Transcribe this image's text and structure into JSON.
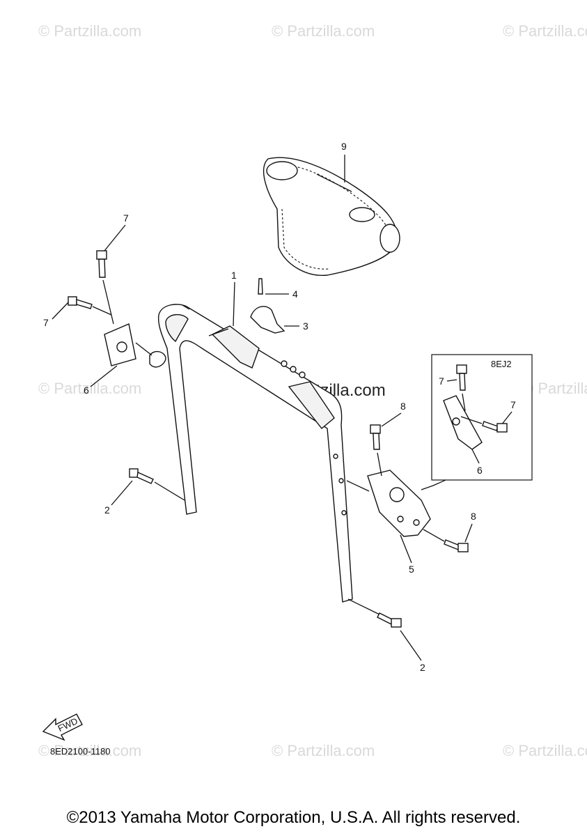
{
  "watermark": {
    "text": "© Partzilla.com",
    "center_text": "© Partzilla.com"
  },
  "callouts": {
    "c1": "1",
    "c2a": "2",
    "c2b": "2",
    "c3": "3",
    "c4": "4",
    "c5": "5",
    "c6a": "6",
    "c6b": "6",
    "c7a": "7",
    "c7b": "7",
    "c7c": "7",
    "c7d": "7",
    "c8a": "8",
    "c8b": "8",
    "c9": "9"
  },
  "inset_label": "8EJ2",
  "fwd_label": "FWD",
  "diagram_code": "8ED2100-1180",
  "copyright": "©2013 Yamaha Motor Corporation, U.S.A. All rights reserved."
}
